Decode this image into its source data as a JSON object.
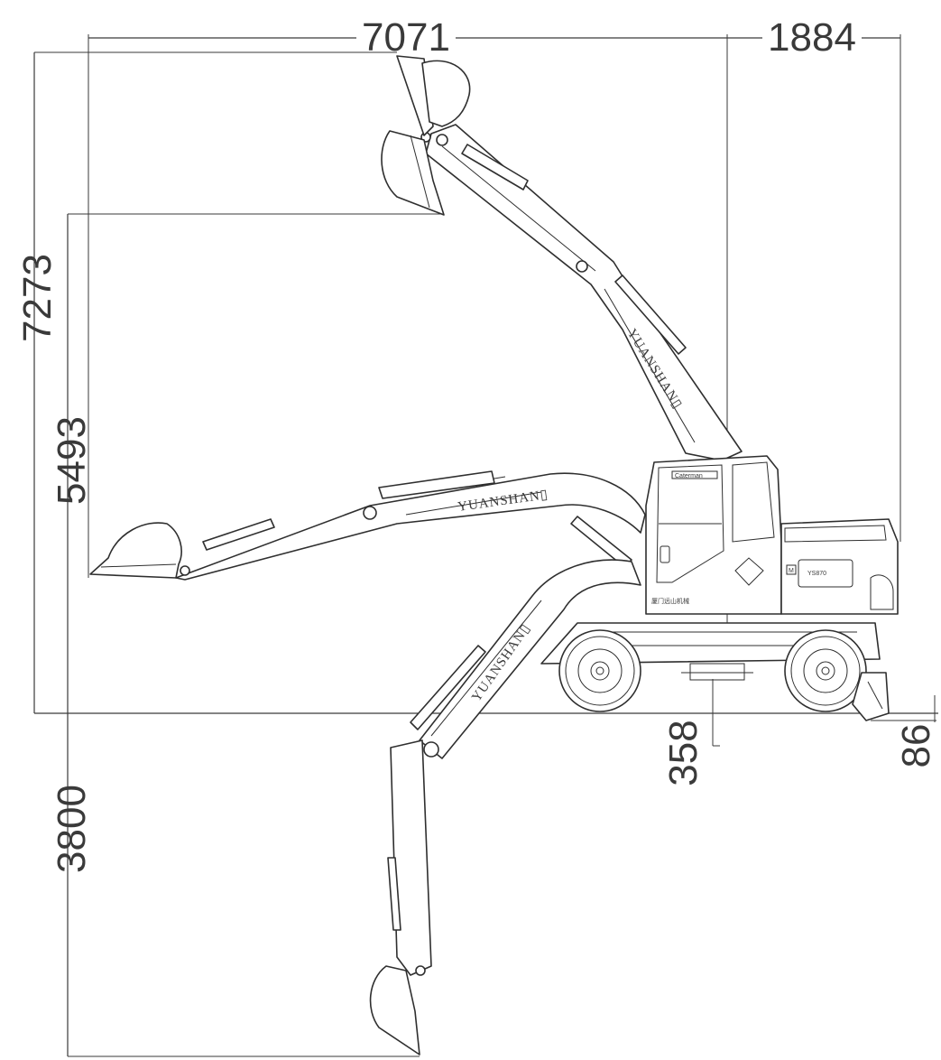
{
  "dimensions": {
    "overall_width": "7071",
    "tail_width": "1884",
    "max_dig_height": "7273",
    "max_dump_height": "5493",
    "max_dig_depth": "3800",
    "ground_clearance": "358",
    "blade_lift": "86"
  },
  "machine": {
    "brand": "YUANSHAN",
    "brand_with_mark": "YUANSHAN▯",
    "cab_label": "Caterman",
    "side_model": "YS870",
    "side_badge": "M",
    "cn_label": "厦门远山机械"
  },
  "colors": {
    "ink": "#2f2f2f",
    "background": "#ffffff"
  }
}
